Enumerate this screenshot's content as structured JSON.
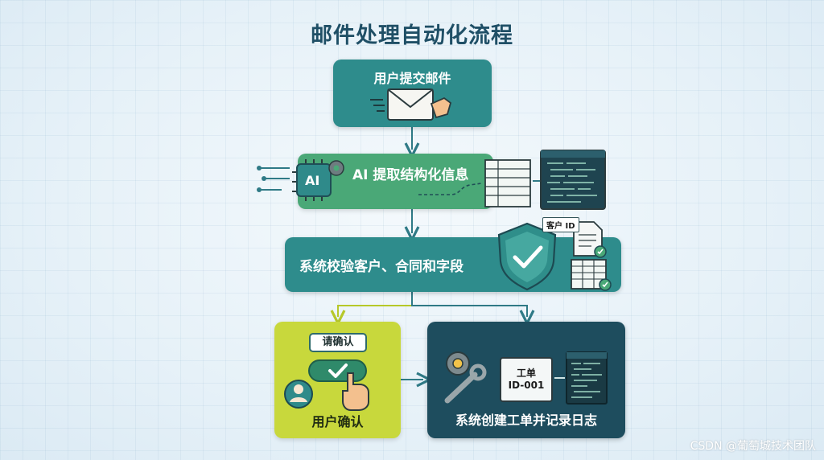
{
  "title": "邮件处理自动化流程",
  "steps": {
    "submit": "用户提交邮件",
    "extract": "AI 提取结构化信息",
    "validate": "系统校验客户、合同和字段",
    "confirm": "用户确认",
    "create": "系统创建工单并记录日志"
  },
  "extract_chip": "AI",
  "customer_tag": "客户 ID",
  "confirm_bubble": "请确认",
  "ticket": {
    "line1": "工单",
    "line2": "ID-001"
  },
  "watermark": "CSDN @葡萄城技术团队",
  "colors": {
    "teal": "#2e8c8c",
    "green": "#4aa877",
    "lime": "#c8d83c",
    "navy": "#1e4d5e",
    "title": "#1f4f66"
  }
}
